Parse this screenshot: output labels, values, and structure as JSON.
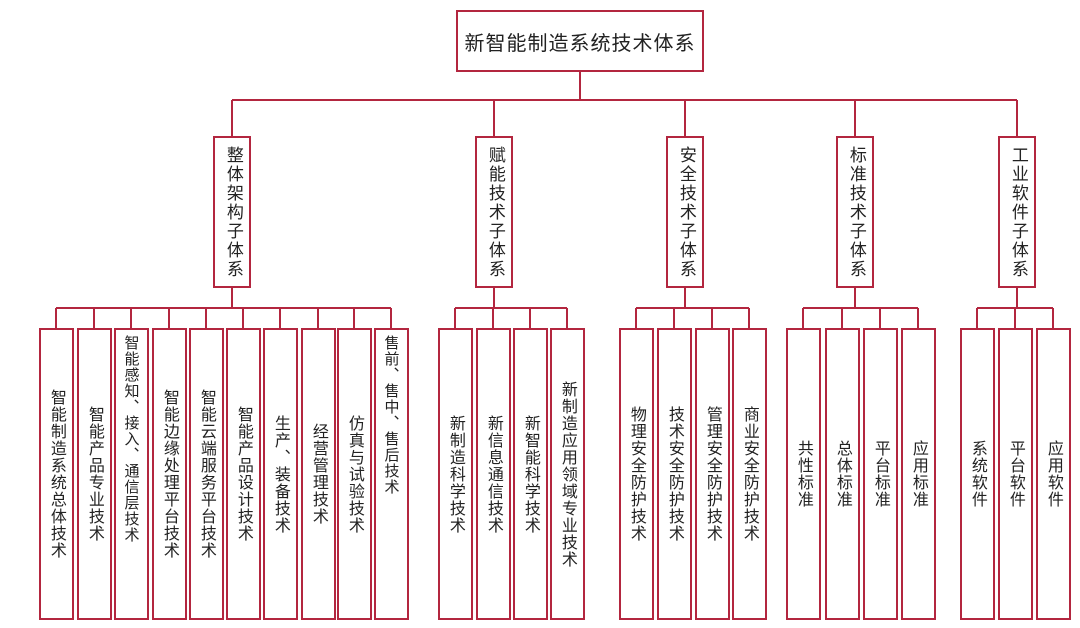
{
  "colors": {
    "line": "#b3263f",
    "text": "#222222",
    "background": "#ffffff"
  },
  "root": {
    "label": "新智能制造系统技术体系"
  },
  "categories": [
    {
      "label": "整体架构子体系",
      "children": [
        "智能制造系统总体技术",
        "智能产品专业技术",
        "智能感知、接入、通信层技术",
        "智能边缘处理平台技术",
        "智能云端服务平台技术",
        "智能产品设计技术",
        "生产、装备技术",
        "经营管理技术",
        "仿真与试验技术",
        "售前、售中、售后技术"
      ]
    },
    {
      "label": "赋能技术子体系",
      "children": [
        "新制造科学技术",
        "新信息通信技术",
        "新智能科学技术",
        "新制造应用领域专业技术"
      ]
    },
    {
      "label": "安全技术子体系",
      "children": [
        "物理安全防护技术",
        "技术安全防护技术",
        "管理安全防护技术",
        "商业安全防护技术"
      ]
    },
    {
      "label": "标准技术子体系",
      "children": [
        "共性标准",
        "总体标准",
        "平台标准",
        "应用标准"
      ]
    },
    {
      "label": "工业软件子体系",
      "children": [
        "系统软件",
        "平台软件",
        "应用软件"
      ]
    }
  ]
}
